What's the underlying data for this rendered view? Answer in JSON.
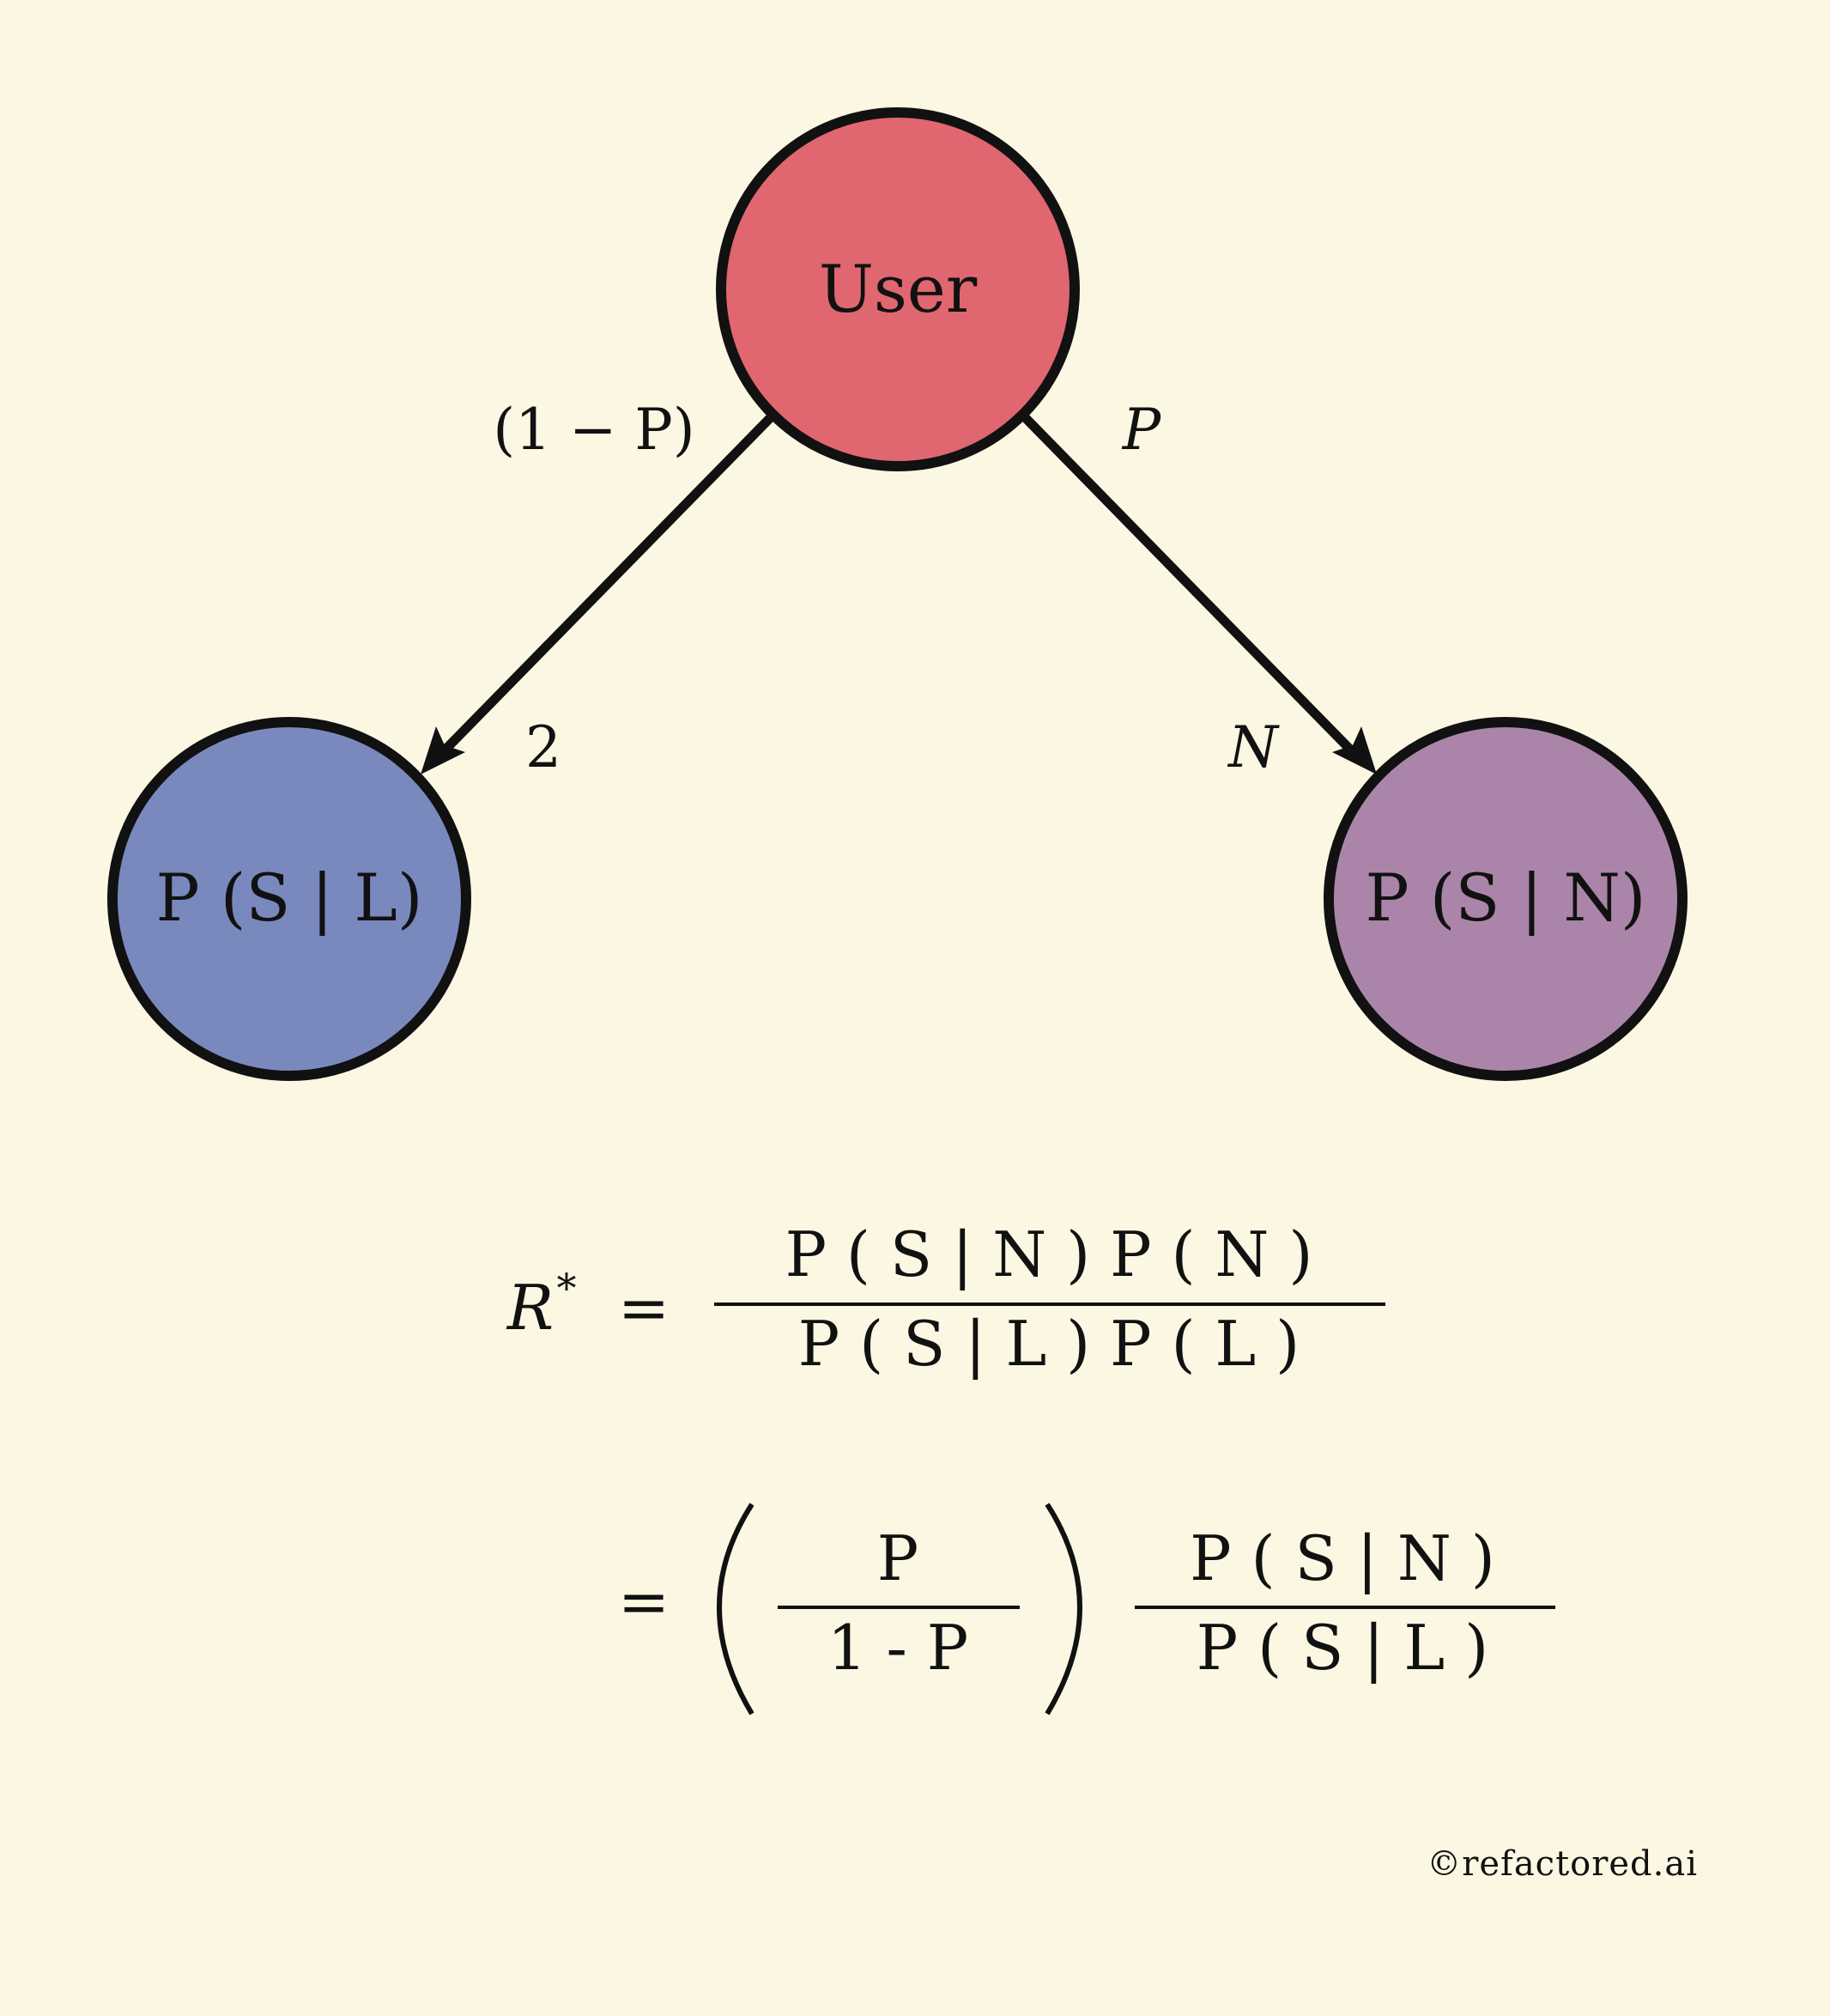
{
  "nodes": {
    "user": {
      "label": "User",
      "color": "#e06670"
    },
    "left": {
      "label": "P (S | L)",
      "color": "#7a89bd"
    },
    "right": {
      "label": "P (S | N)",
      "color": "#ab85a9"
    }
  },
  "edges": {
    "left_prob": "(1 − P)",
    "right_prob": "P",
    "left_count": "2",
    "right_count": "N"
  },
  "equation": {
    "lhs": "R",
    "lhs_sup": "*",
    "equals": "=",
    "frac1_num": "P ( S | N ) P ( N )",
    "frac1_den": "P ( S | L ) P ( L )",
    "ratio_num": "P",
    "ratio_den": "1 - P",
    "frac2_num": "P ( S | N )",
    "frac2_den": "P ( S | L )"
  },
  "footer": {
    "copyright": "©refactored.ai"
  },
  "colors": {
    "background": "#fbf7e3",
    "stroke": "#111111"
  }
}
